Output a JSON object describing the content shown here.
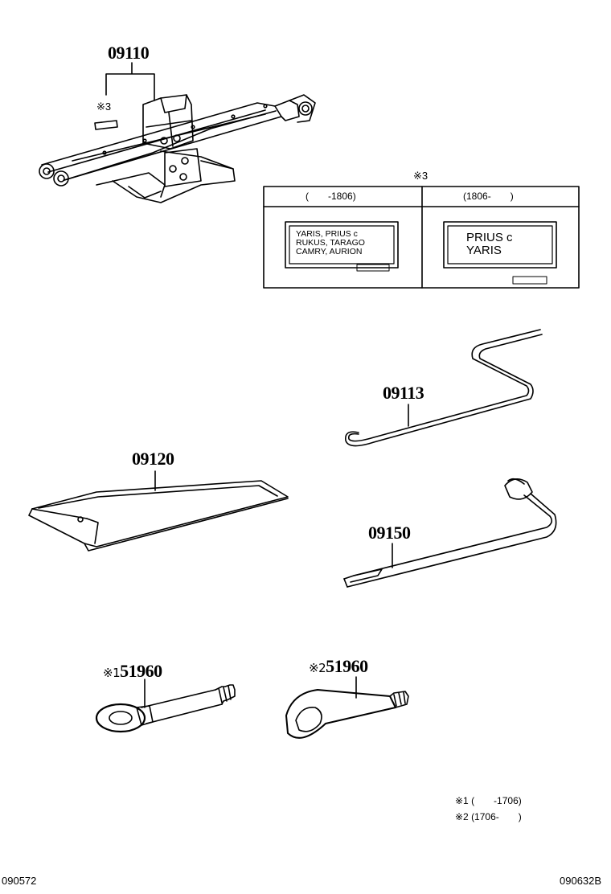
{
  "parts": {
    "jack": "09110",
    "jack_handle": "09113",
    "tool_bag": "09120",
    "wrench": "09150",
    "hook_1": "51960",
    "hook_2": "51960"
  },
  "marks": {
    "jack_note": "※3",
    "table_note": "※3",
    "hook_1": "※1",
    "hook_2": "※2"
  },
  "table": {
    "col1_header": "(　　-1806)",
    "col2_header": "(1806-　　)",
    "label1_lines": [
      "YARIS, PRIUS c",
      "RUKUS, TARAGO",
      "CAMRY, AURION"
    ],
    "label2_lines": [
      "PRIUS c",
      "YARIS"
    ]
  },
  "legend": {
    "note1": "※1 (　　-1706)",
    "note2": "※2 (1706-　　)"
  },
  "footer": {
    "left_code": "090572",
    "right_code": "090632B"
  }
}
